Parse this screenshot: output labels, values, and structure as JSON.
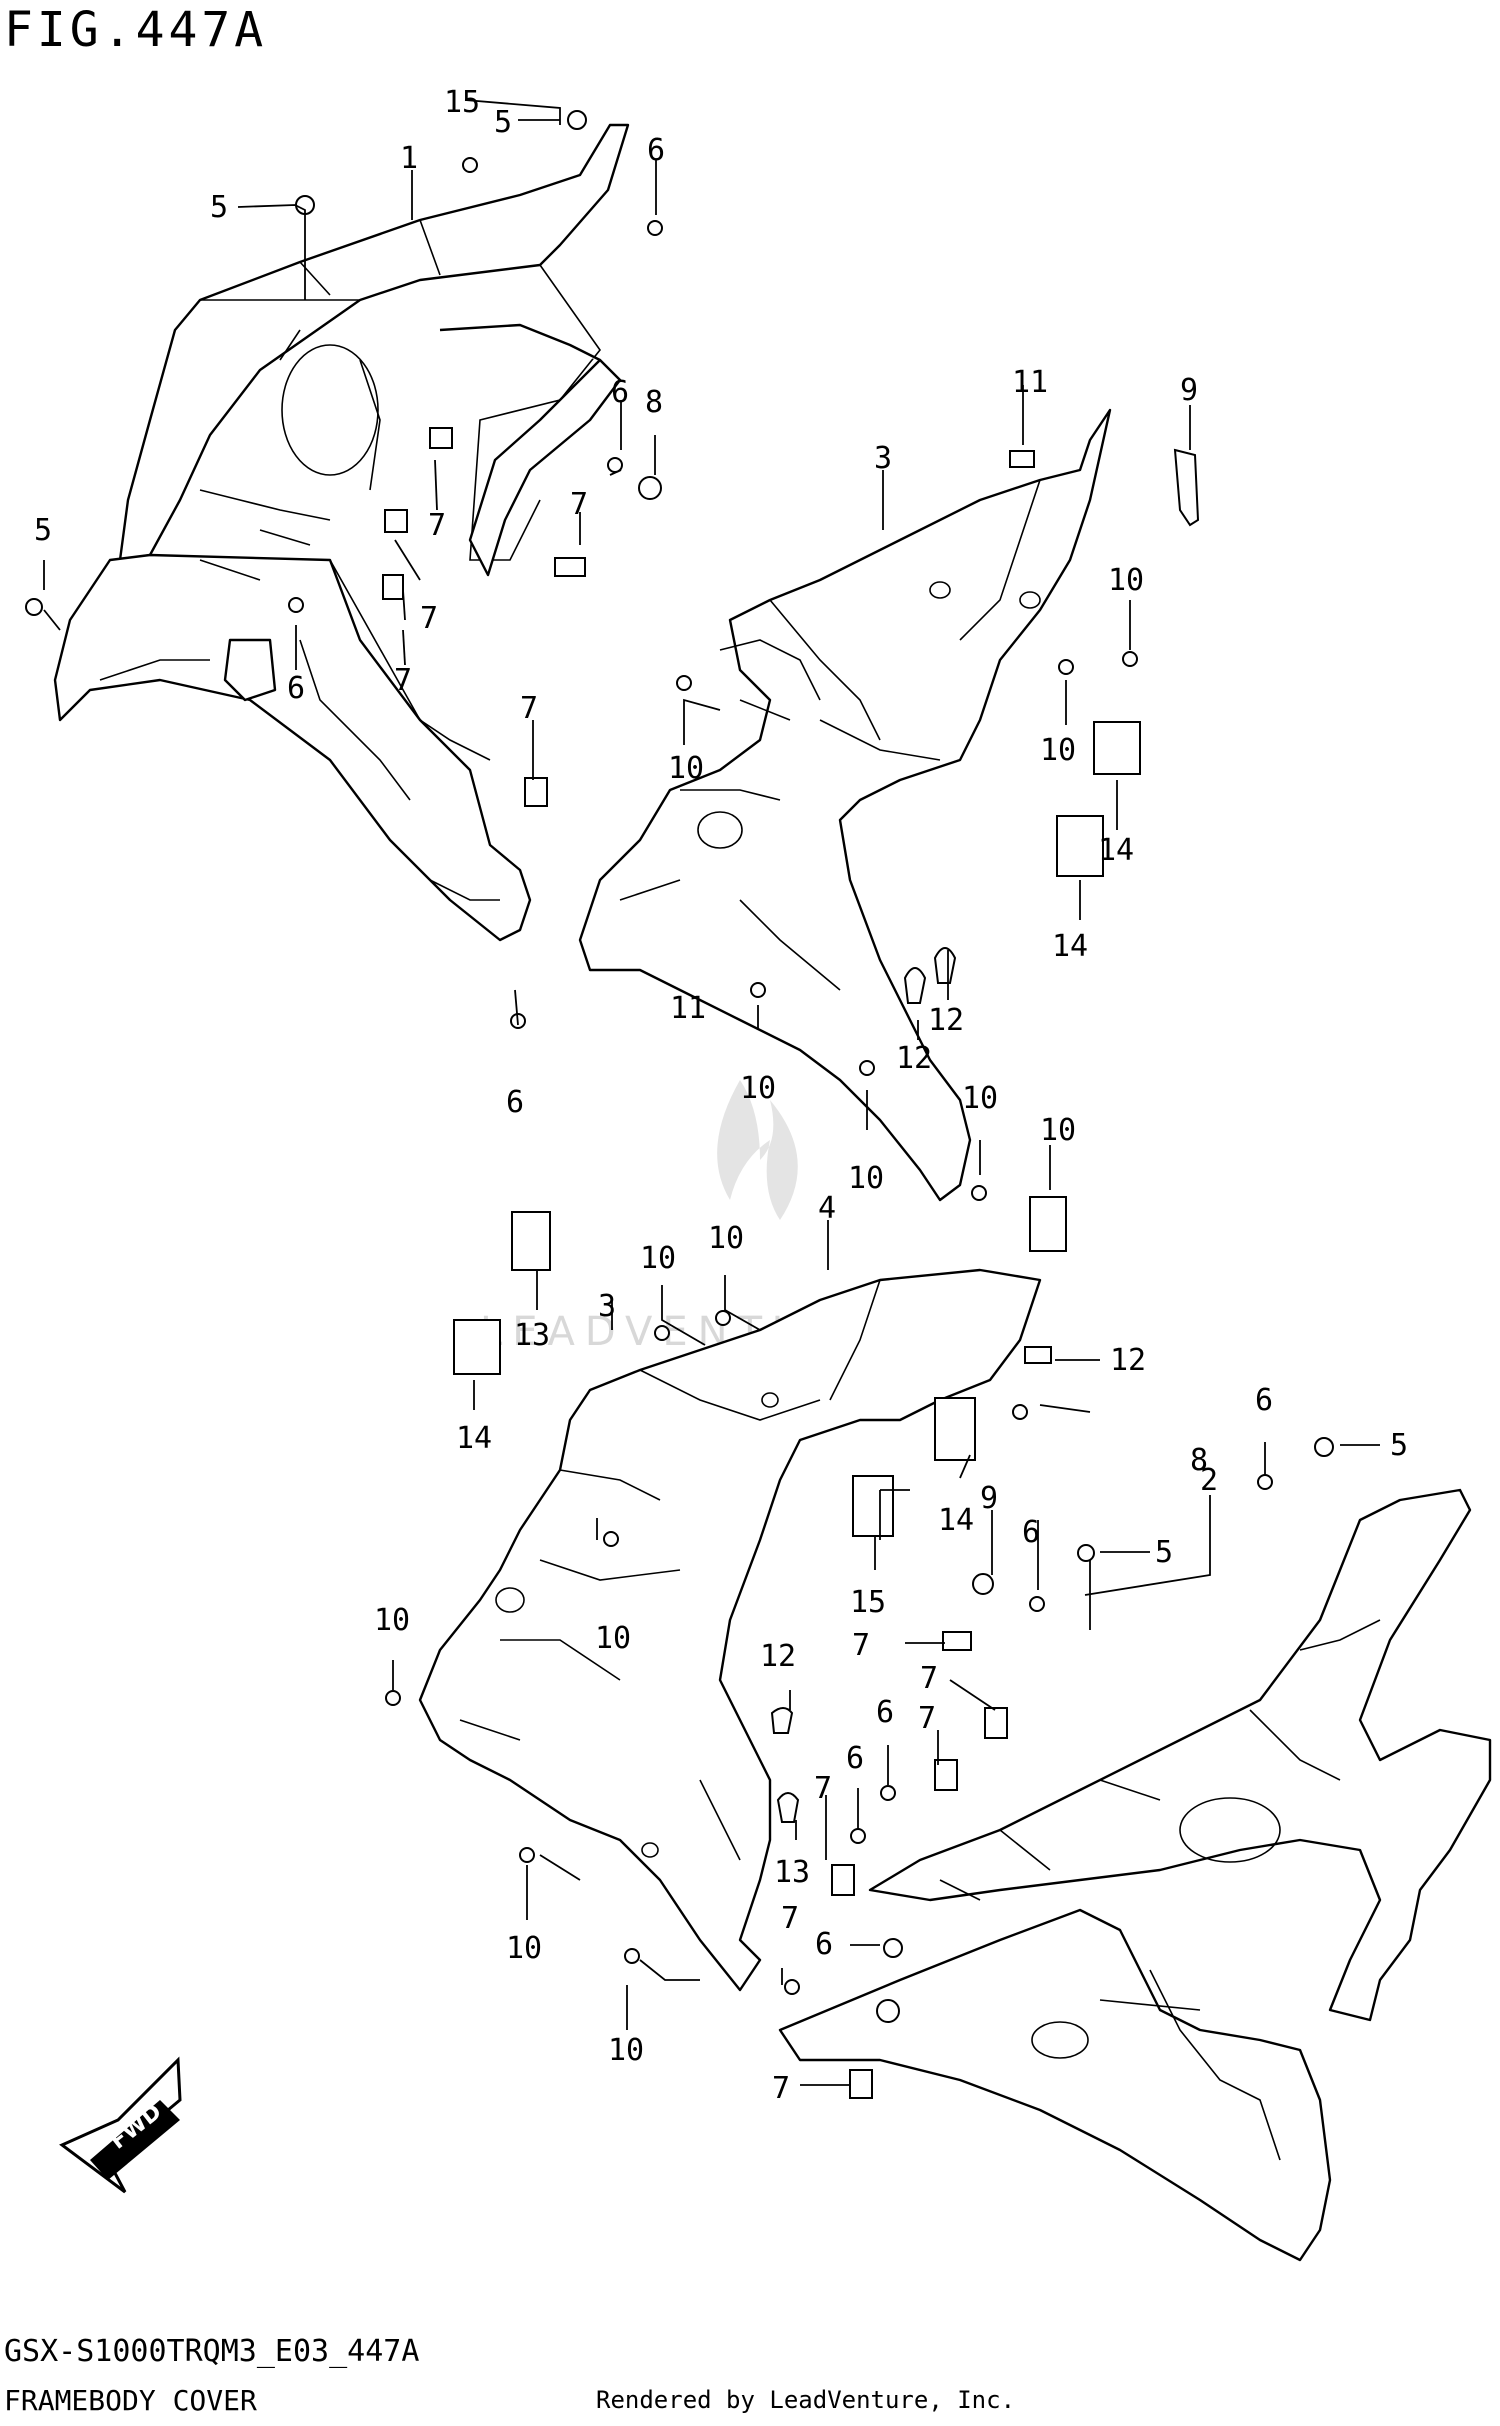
{
  "header": {
    "figure_title": "FIG.447A"
  },
  "footer": {
    "model_code": "GSX-S1000TRQM3_E03_447A",
    "section_name": "FRAMEBODY COVER",
    "credit": "Rendered by LeadVenture, Inc."
  },
  "watermark": {
    "text": "LEADVENTURE"
  },
  "badge": {
    "text": "FWD"
  },
  "callouts": [
    "1",
    "2",
    "3",
    "3",
    "4",
    "5",
    "5",
    "5",
    "5",
    "5",
    "6",
    "6",
    "6",
    "6",
    "6",
    "6",
    "6",
    "6",
    "6",
    "7",
    "7",
    "7",
    "7",
    "7",
    "7",
    "7",
    "7",
    "7",
    "7",
    "7",
    "8",
    "8",
    "9",
    "9",
    "10",
    "10",
    "10",
    "10",
    "10",
    "10",
    "10",
    "10",
    "10",
    "10",
    "10",
    "10",
    "10",
    "11",
    "11",
    "12",
    "12",
    "12",
    "12",
    "13",
    "13",
    "14",
    "14",
    "14",
    "14",
    "15",
    "15"
  ]
}
